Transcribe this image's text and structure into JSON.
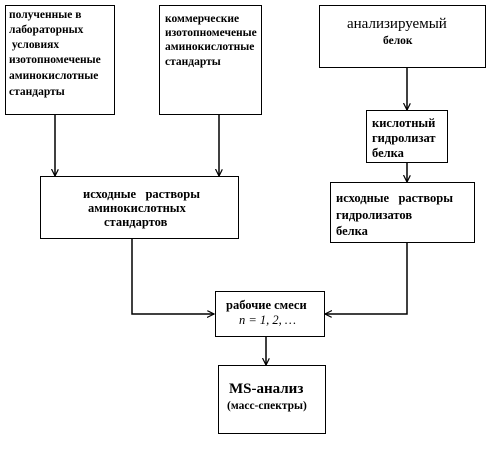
{
  "boxes": {
    "lab_standards": {
      "lines": [
        "полученные в",
        "лабораторных",
        " условиях",
        "изотопномеченые",
        "аминокислотные",
        "стандарты"
      ]
    },
    "commercial_standards": {
      "lines": [
        "коммерческие",
        "изотопномеченые",
        "аминокислотные",
        "стандарты"
      ]
    },
    "analyzed_protein": {
      "line1": "анализируемый",
      "line2": "белок"
    },
    "acid_hydrolysate": {
      "lines": [
        "кислотный",
        "гидролизат",
        "белка"
      ]
    },
    "stock_standards": {
      "lines": [
        "исходные   растворы",
        "аминокислотных",
        "стандартов"
      ]
    },
    "stock_hydrolysates": {
      "lines": [
        "исходные   растворы",
        "гидролизатов",
        "белка"
      ]
    },
    "working_mixtures": {
      "line1": "рабочие смеси",
      "line2": "n = 1, 2, …"
    },
    "ms_analysis": {
      "line1": "MS-анализ",
      "line2": "(масс-спектры)"
    }
  }
}
